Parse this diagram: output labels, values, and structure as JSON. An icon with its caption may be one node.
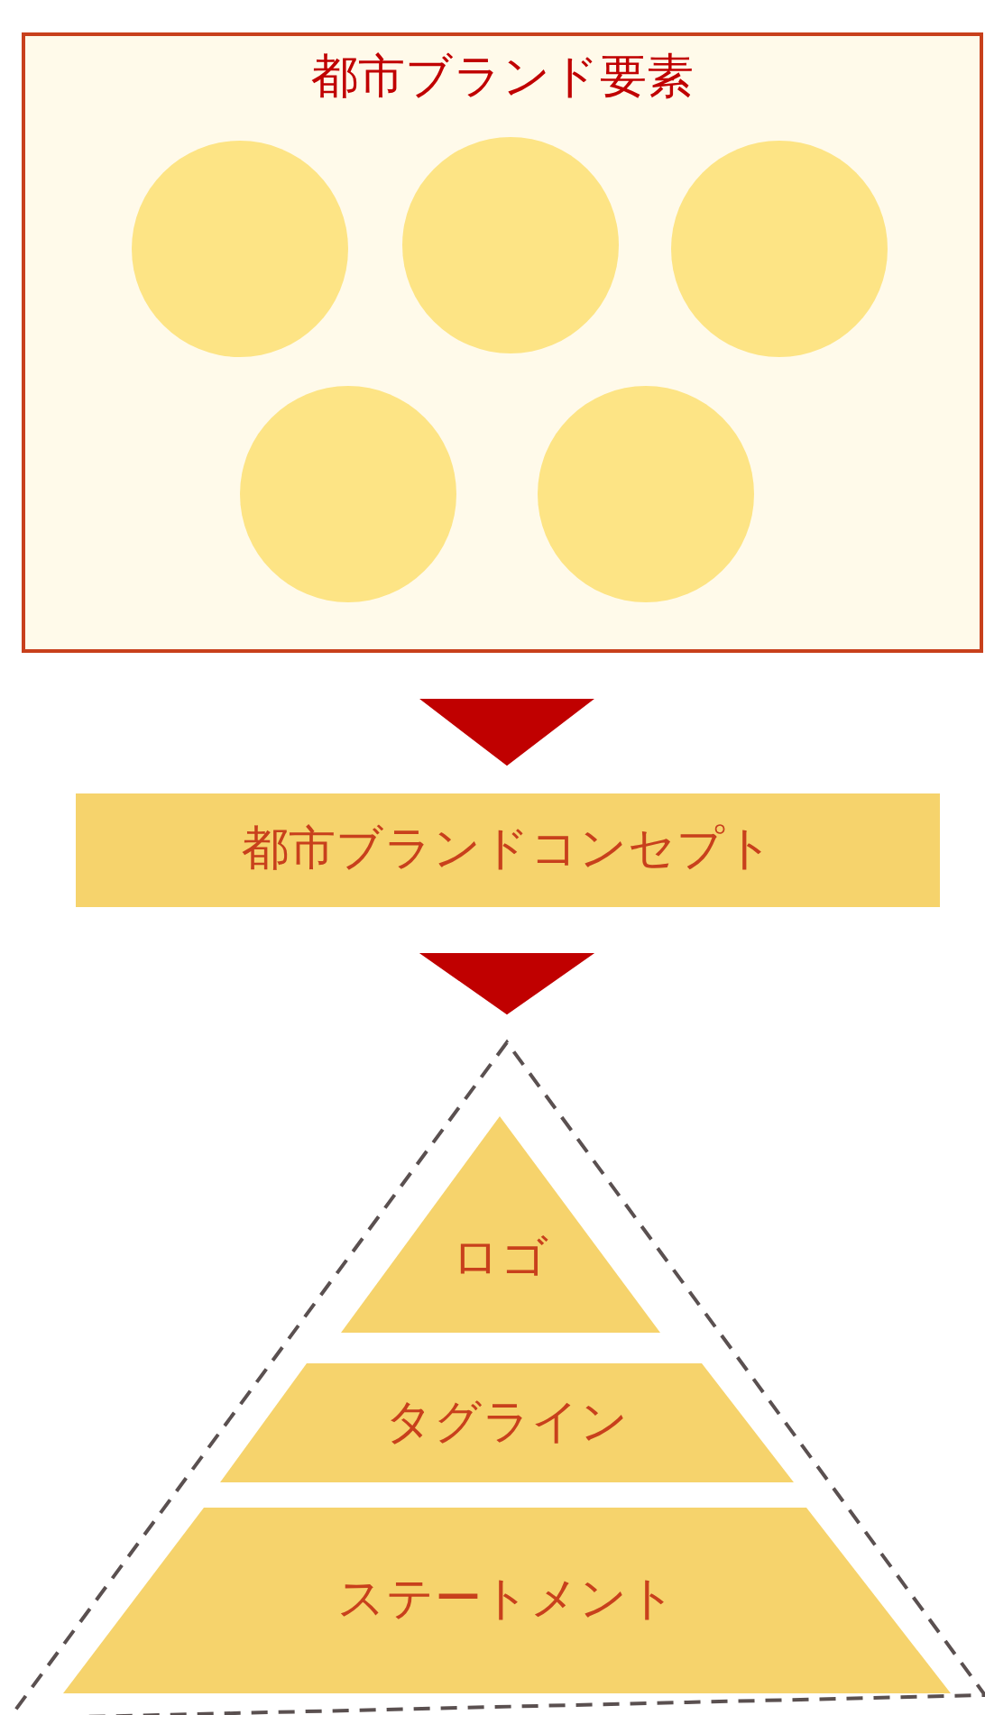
{
  "diagram": {
    "nodes": [
      {
        "text": [
          "都市ブランド要素"
        ]
      },
      {
        "text": [],
        "shape": "circle",
        "in": 0
      },
      {
        "text": [],
        "shape": "circle",
        "in": 0
      },
      {
        "text": [],
        "shape": "circle",
        "in": 0
      },
      {
        "text": [],
        "shape": "circle",
        "in": 0
      },
      {
        "text": [],
        "shape": "circle",
        "in": 0
      },
      {
        "text": [
          "都市ブランドコンセプト"
        ]
      },
      {
        "text": [],
        "shape": "triangle"
      },
      {
        "text": [
          "ロゴ"
        ],
        "in": 7
      },
      {
        "text": [
          "タグライン"
        ],
        "in": 7
      },
      {
        "text": [
          "ステートメント"
        ],
        "in": 7
      }
    ],
    "edges": [
      {
        "from": 0,
        "to": 6,
        "arrow": "to"
      },
      {
        "from": 6,
        "to": 7,
        "arrow": "to"
      }
    ]
  }
}
